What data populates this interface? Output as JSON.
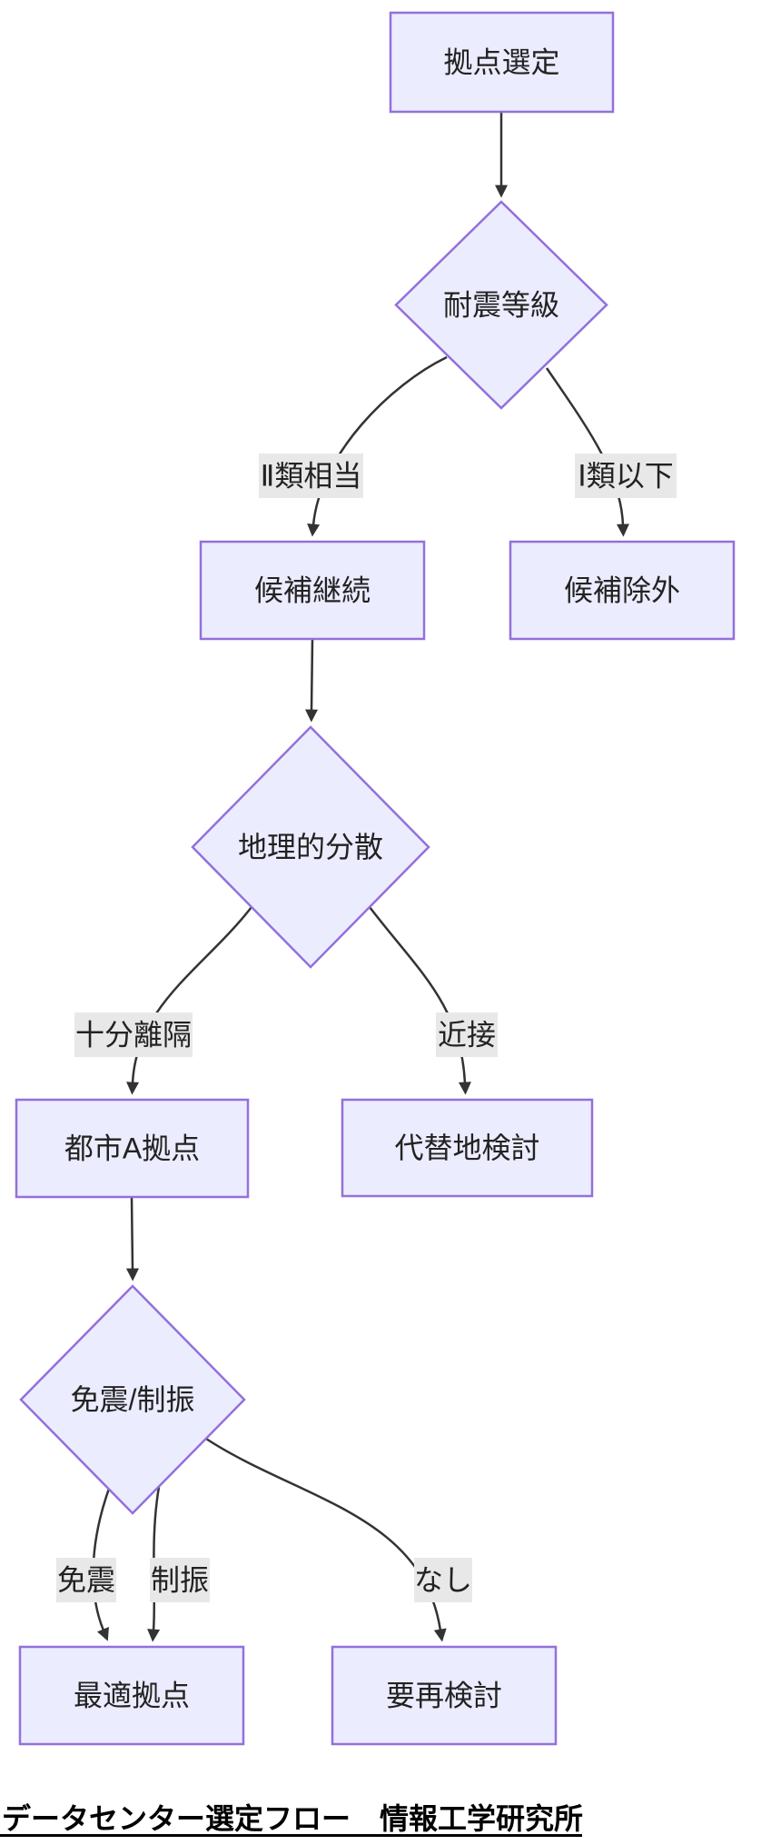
{
  "flowchart": {
    "nodes": {
      "start": "拠点選定",
      "seismic_grade": "耐震等級",
      "keep_candidate": "候補継続",
      "exclude_candidate": "候補除外",
      "geo_dispersion": "地理的分散",
      "city_a_site": "都市A拠点",
      "alternative_site": "代替地検討",
      "isolation_damping": "免震/制振",
      "optimal_site": "最適拠点",
      "needs_review": "要再検討"
    },
    "edge_labels": {
      "class2_equivalent": "Ⅱ類相当",
      "class1_or_below": "Ⅰ類以下",
      "sufficient_separation": "十分離隔",
      "proximity": "近接",
      "base_isolation": "免震",
      "vibration_damping": "制振",
      "none": "なし"
    },
    "caption": "データセンター選定フロー　情報工学研究所",
    "colors": {
      "node_fill": "#ECECFF",
      "node_border": "#9370DB",
      "edge": "#333333",
      "edge_label_bg": "#e8e8e8",
      "text": "#222222",
      "background": "#ffffff"
    }
  }
}
